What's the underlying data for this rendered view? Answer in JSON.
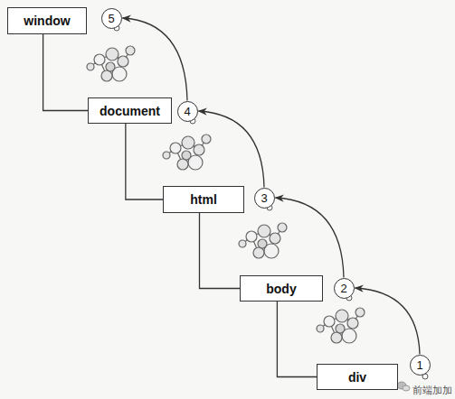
{
  "diagram": {
    "nodes": [
      {
        "text": [
          "window"
        ]
      },
      {
        "text": [
          "5"
        ]
      },
      {
        "text": [
          "document"
        ]
      },
      {
        "text": [
          "4"
        ]
      },
      {
        "text": [
          "html"
        ]
      },
      {
        "text": [
          "3"
        ]
      },
      {
        "text": [
          "body"
        ]
      },
      {
        "text": [
          "2"
        ]
      },
      {
        "text": [
          "div"
        ]
      },
      {
        "text": [
          "1"
        ]
      }
    ],
    "edges": [
      {
        "from": 0,
        "to": 2,
        "arrow": "none"
      },
      {
        "from": 2,
        "to": 4,
        "arrow": "none"
      },
      {
        "from": 4,
        "to": 6,
        "arrow": "none"
      },
      {
        "from": 6,
        "to": 8,
        "arrow": "none"
      },
      {
        "from": 9,
        "to": 7,
        "arrow": "to"
      },
      {
        "from": 7,
        "to": 5,
        "arrow": "to"
      },
      {
        "from": 5,
        "to": 3,
        "arrow": "to"
      },
      {
        "from": 3,
        "to": 1,
        "arrow": "to"
      }
    ],
    "labels": [
      "前端加加"
    ]
  }
}
